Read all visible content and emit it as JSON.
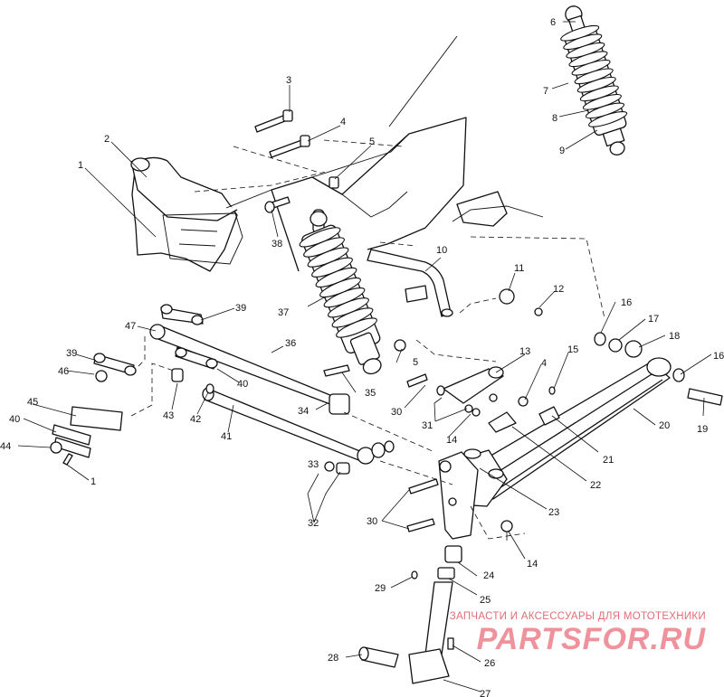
{
  "callouts": [
    "1",
    "2",
    "3",
    "4",
    "5",
    "6",
    "7",
    "8",
    "9",
    "10",
    "11",
    "12",
    "13",
    "14",
    "15",
    "16",
    "17",
    "18",
    "19",
    "20",
    "21",
    "22",
    "23",
    "24",
    "25",
    "26",
    "27",
    "28",
    "29",
    "30",
    "31",
    "32",
    "33",
    "34",
    "35",
    "36",
    "37",
    "38",
    "39",
    "40",
    "41",
    "42",
    "43",
    "44",
    "45",
    "46",
    "47"
  ],
  "watermark": {
    "caption": "ЗАПЧАСТИ И АКСЕССУАРЫ ДЛЯ МОТОТЕХНИКИ",
    "brand": "PARTSFOR.RU"
  }
}
